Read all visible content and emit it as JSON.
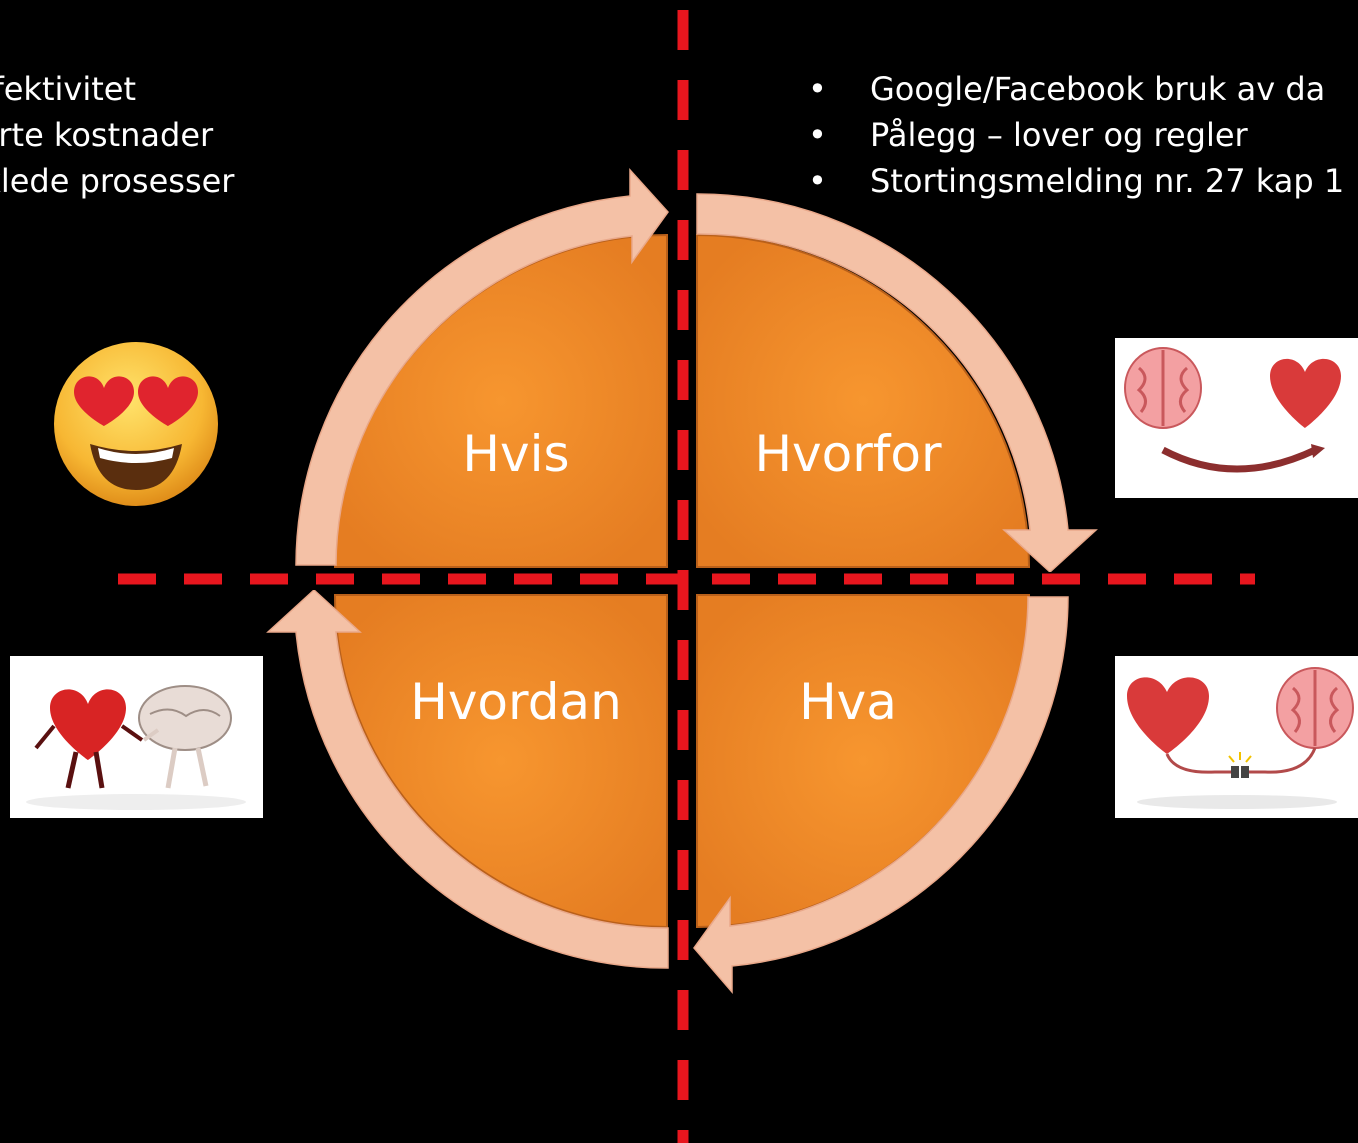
{
  "left_bullets": [
    "effektivitet",
    "serte kostnader",
    "nklede prosesser"
  ],
  "right_bullets": [
    "Google/Facebook bruk av da",
    "Pålegg – lover og regler",
    "Stortingsmelding nr. 27 kap 1"
  ],
  "quadrants": {
    "top_left": "Hvis",
    "top_right": "Hvorfor",
    "bottom_left": "Hvordan",
    "bottom_right": "Hva"
  },
  "colors": {
    "background": "#000000",
    "quadrant_fill": "#F28A2B",
    "arrow": "#F4C1A6",
    "dashed_line": "#E8161E"
  },
  "icons": {
    "emoji": "heart-eyes-emoji-icon",
    "brain_heart_connected": "brain-heart-arc-icon",
    "heart_brain_walking": "heart-brain-holding-hands-icon",
    "heart_brain_plug": "heart-brain-plug-icon"
  }
}
